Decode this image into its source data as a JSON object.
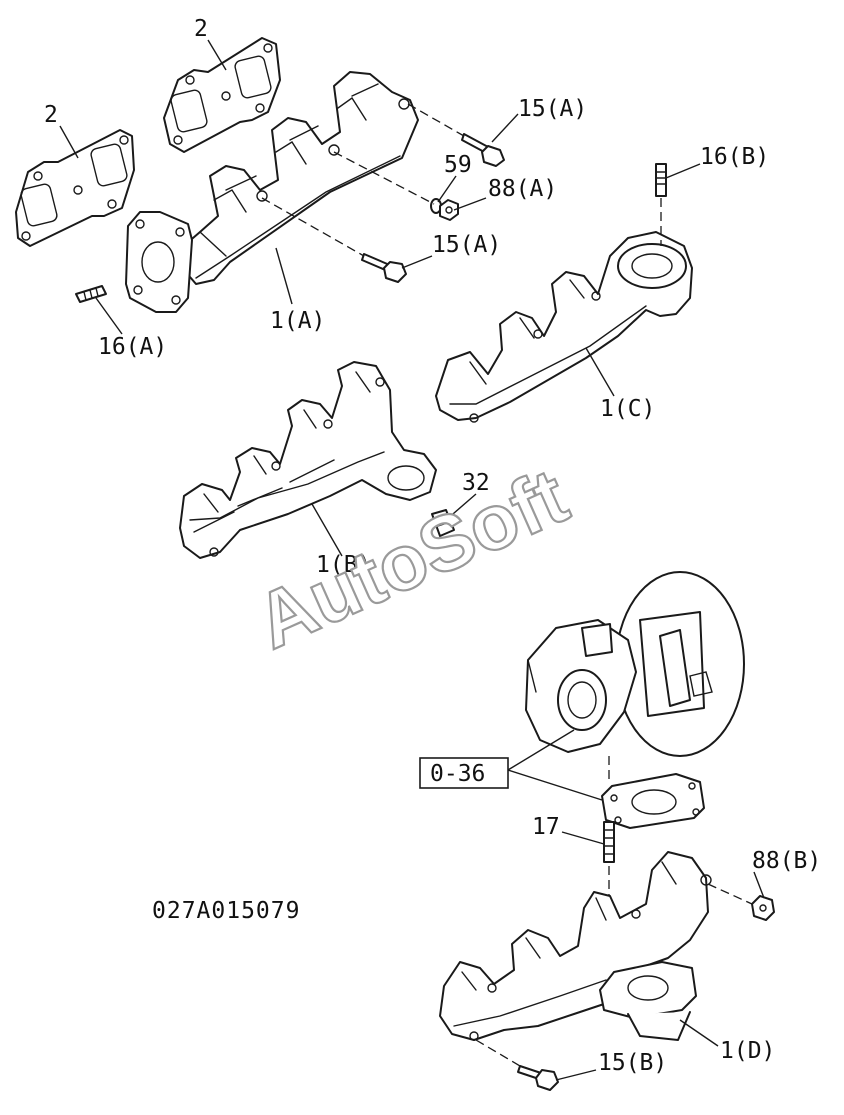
{
  "diagram": {
    "drawing_code": "027A015079",
    "watermark": "AutoSoft",
    "callouts": {
      "gasket_left": "2",
      "gasket_right": "2",
      "bolt_15a_top": "15(A)",
      "washer_59": "59",
      "nut_88a": "88(A)",
      "bolt_15a_mid": "15(A)",
      "stud_16a": "16(A)",
      "manifold_1a": "1(A)",
      "stud_16b": "16(B)",
      "manifold_1c": "1(C)",
      "fitting_32": "32",
      "manifold_1b": "1(B)",
      "group_ref": "0-36",
      "stud_17": "17",
      "nut_88b": "88(B)",
      "manifold_1d": "1(D)",
      "bolt_15b": "15(B)"
    }
  }
}
